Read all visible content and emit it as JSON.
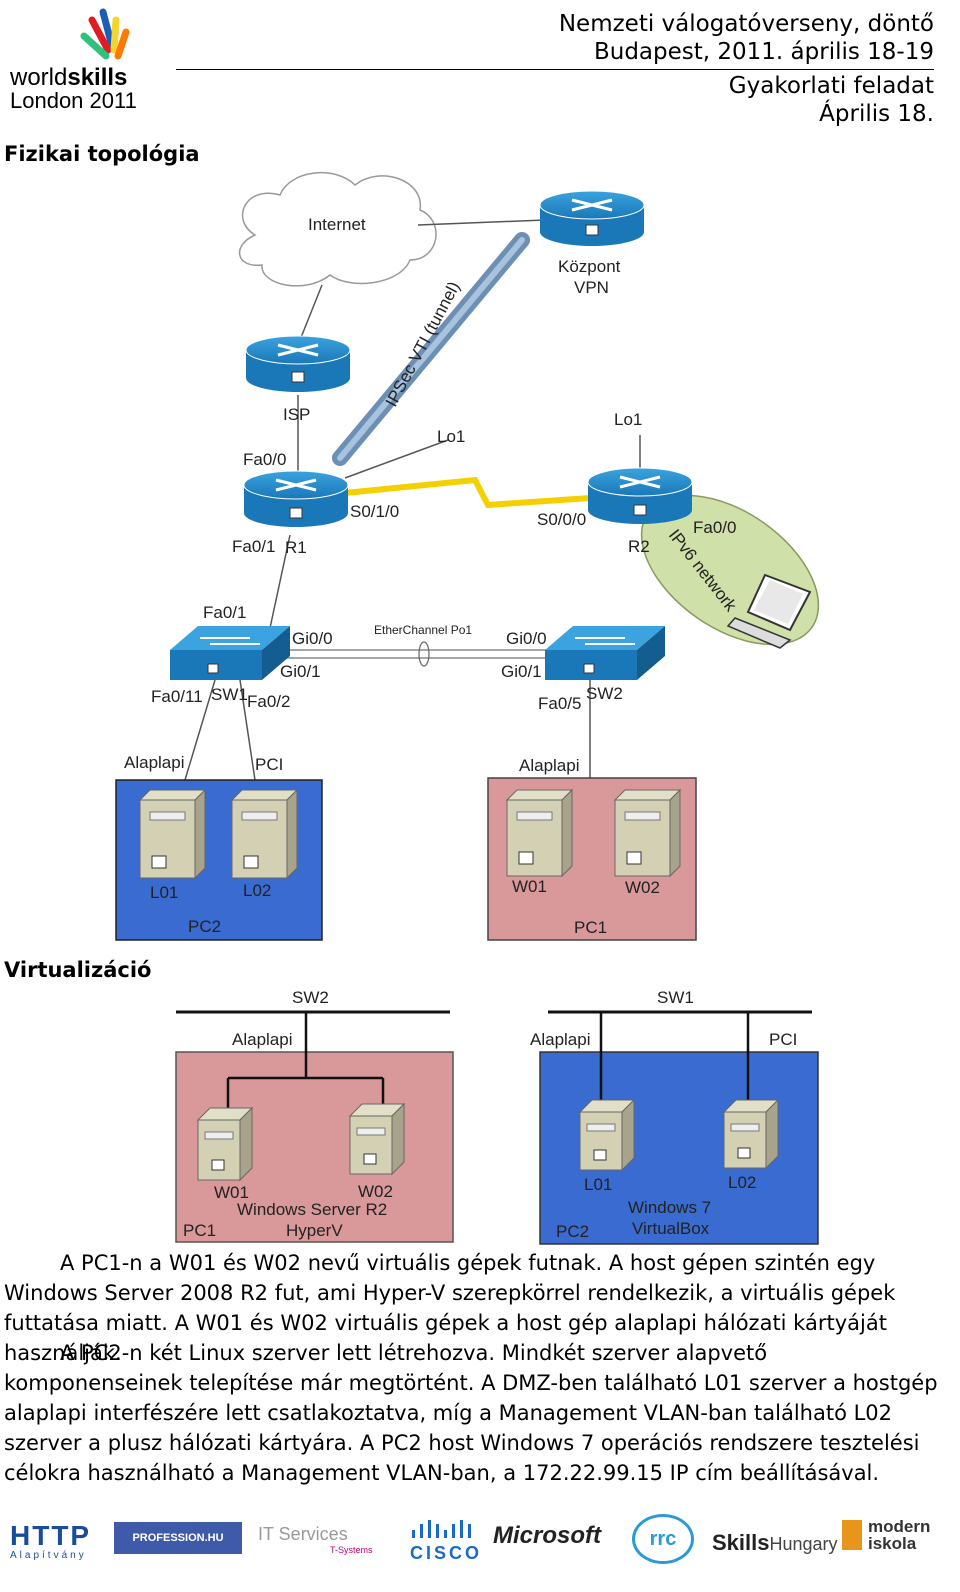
{
  "header": {
    "logo_line1": "world",
    "logo_line1b": "skills",
    "logo_line2": "London 2011",
    "line1": "Nemzeti válogatóverseny, döntő",
    "line2": "Budapest, 2011. április 18-19",
    "line3": "Gyakorlati feladat",
    "line4": "Április 18."
  },
  "sections": {
    "physical": "Fizikai topológia",
    "virtual": "Virtualizáció"
  },
  "topology": {
    "internet": "Internet",
    "kozpont": "Központ",
    "vpn": "VPN",
    "tunnel": "IPSec VTI (tunnel)",
    "isp": "ISP",
    "isp_fa00": "Fa0/0",
    "r1_lo1": "Lo1",
    "r1_s010": "S0/1/0",
    "r1_fa01": "Fa0/1",
    "r1": "R1",
    "r2_lo1": "Lo1",
    "r2_s000": "S0/0/0",
    "r2": "R2",
    "r2_fa00": "Fa0/0",
    "ipv6": "IPv6 network",
    "sw1_fa01": "Fa0/1",
    "sw1_gi00": "Gi0/0",
    "sw1_gi01": "Gi0/1",
    "etherchannel": "EtherChannel Po1",
    "sw2_gi00": "Gi0/0",
    "sw2_gi01": "Gi0/1",
    "sw1_fa011": "Fa0/11",
    "sw1": "SW1",
    "sw1_fa02": "Fa0/2",
    "sw2_fa05": "Fa0/5",
    "sw2": "SW2",
    "pc2_alaplapi": "Alaplapi",
    "pc2_pci": "PCI",
    "pc2_l01": "L01",
    "pc2_l02": "L02",
    "pc2": "PC2",
    "pc1_alaplapi": "Alaplapi",
    "pc1_w01": "W01",
    "pc1_w02": "W02",
    "pc1": "PC1"
  },
  "virtualization": {
    "left_sw": "SW2",
    "left_alaplapi": "Alaplapi",
    "left_w01": "W01",
    "left_w02": "W02",
    "left_os": "Windows Server R2",
    "left_hv": "HyperV",
    "left_pc": "PC1",
    "right_sw": "SW1",
    "right_alaplapi": "Alaplapi",
    "right_pci": "PCI",
    "right_l01": "L01",
    "right_l02": "L02",
    "right_os": "Windows 7",
    "right_vb": "VirtualBox",
    "right_pc": "PC2"
  },
  "paragraphs": [
    "A PC1-n a W01 és W02 nevű virtuális gépek futnak. A host gépen szintén egy Windows Server 2008 R2 fut, ami Hyper-V szerepkörrel rendelkezik, a virtuális gépek futtatása miatt. A W01 és W02 virtuális gépek a host gép alaplapi hálózati kártyáját használják.",
    "A PC2-n két Linux szerver lett létrehozva. Mindkét szerver alapvető komponenseinek telepítése már megtörtént. A DMZ-ben található L01 szerver a hostgép alaplapi interfészére lett csatlakoztatva, míg a Management VLAN-ban található L02 szerver a plusz hálózati kártyára. A PC2 host Windows 7 operációs rendszere tesztelési célokra használható a Management VLAN-ban, a 172.22.99.15 IP cím beállításával."
  ],
  "footer": {
    "http": "HTTP",
    "http_sub": "Alapítvány",
    "profession": "PROFESSION.HU",
    "itservices": "IT Services",
    "tsystems": "T-Systems",
    "cisco": "CISCO",
    "microsoft": "Microsoft",
    "rrc": "rrc",
    "skills": "Skills",
    "hungary": "Hungary",
    "modern": "modern",
    "iskola": "iskola"
  },
  "colors": {
    "blue_box": "#3a6bd0",
    "pink_box": "#d9999a",
    "router": "#2a8fd0",
    "ipv6_area": "#cfe0a8"
  }
}
